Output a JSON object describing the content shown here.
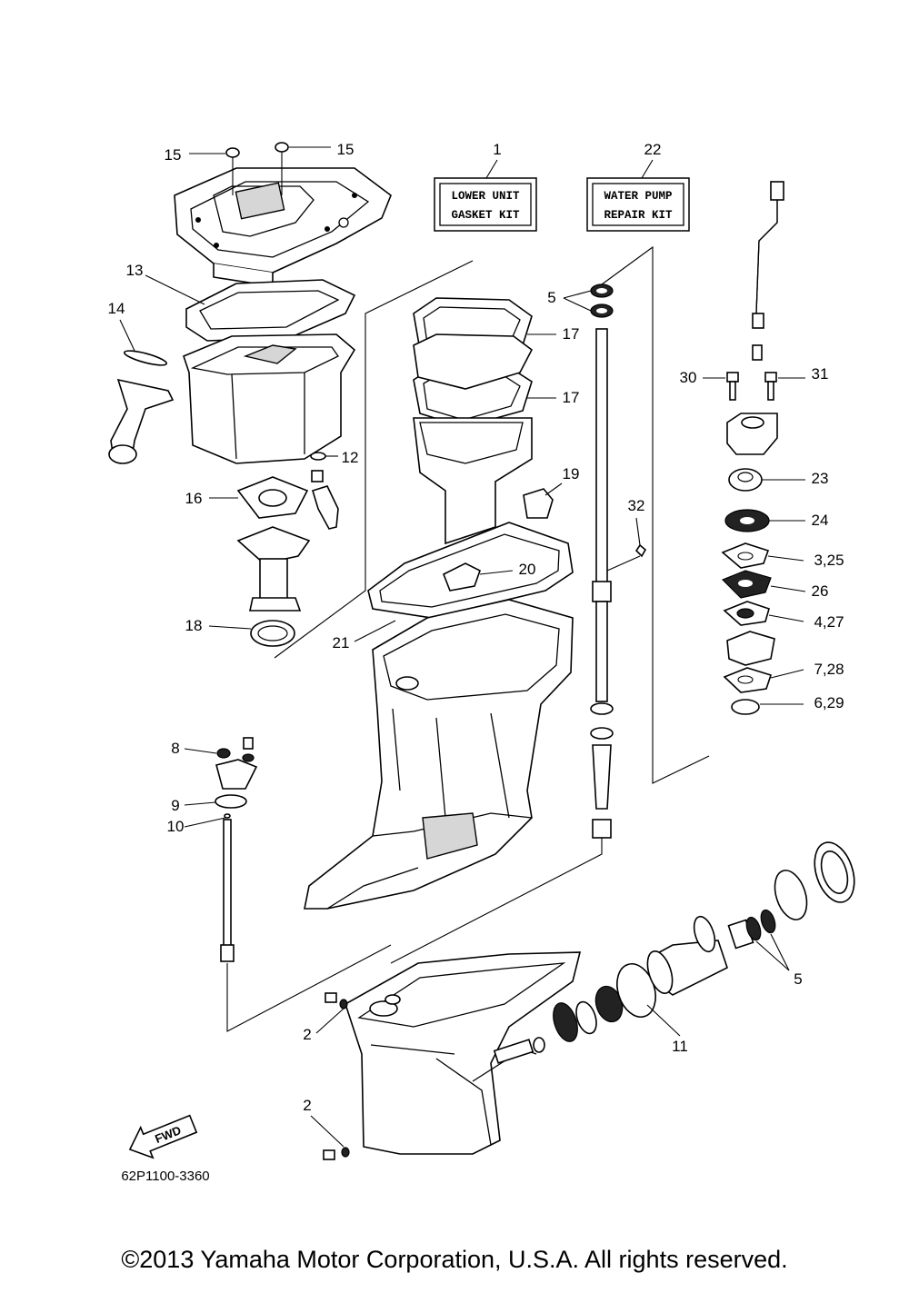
{
  "kits": [
    {
      "number": "1",
      "line1": "LOWER UNIT",
      "line2": "GASKET KIT"
    },
    {
      "number": "22",
      "line1": "WATER PUMP",
      "line2": "REPAIR KIT"
    }
  ],
  "callouts": [
    "15",
    "15",
    "13",
    "14",
    "12",
    "16",
    "18",
    "21",
    "20",
    "19",
    "17",
    "17",
    "5",
    "32",
    "30",
    "31",
    "23",
    "24",
    "3,25",
    "26",
    "4,27",
    "7,28",
    "6,29",
    "8",
    "9",
    "10",
    "2",
    "2",
    "11",
    "5"
  ],
  "fwd_label": "FWD",
  "diagram_code": "62P1100-3360",
  "copyright": "©2013 Yamaha Motor Corporation, U.S.A. All rights reserved."
}
